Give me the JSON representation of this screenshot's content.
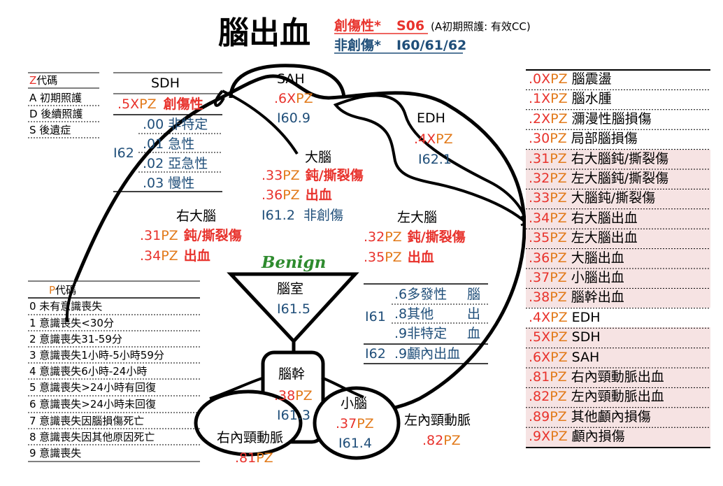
{
  "title": {
    "main": "腦出血",
    "traumatic_label": "創傷性*",
    "traumatic_code": "S06",
    "traumatic_note": "(A初期照護: 有效CC)",
    "nontraumatic_label": "非創傷*",
    "nontraumatic_code": "I60/61/62"
  },
  "z_table": {
    "header_z": "Z",
    "header_rest": "代碼",
    "rows": [
      "A 初期照護",
      "D 後續照護",
      "S 後遺症"
    ]
  },
  "sdh": {
    "title": "SDH",
    "code_prefix": ".5X",
    "code_pz": "PZ",
    "code_label": "創傷性",
    "i_code": "I62",
    "subs": [
      ".00 非特定",
      ".01 急性",
      ".02 亞急性",
      ".03 慢性"
    ]
  },
  "sah": {
    "title": "SAH",
    "code_prefix": ".6X",
    "code_pz": "PZ",
    "i_code": "I60.9"
  },
  "edh": {
    "title": "EDH",
    "code_prefix": ".4X",
    "code_pz": "PZ",
    "i_code": "I62.1"
  },
  "cerebrum": {
    "title": "大腦",
    "l1_prefix": ".33",
    "l1_pz": "PZ",
    "l1_label": "鈍/撕裂傷",
    "l2_prefix": ".36",
    "l2_pz": "PZ",
    "l2_label": "出血",
    "l3": "I61.2  非創傷"
  },
  "right_cerebrum": {
    "title": "右大腦",
    "l1_prefix": ".31",
    "l1_pz": "PZ",
    "l1_label": "鈍/撕裂傷",
    "l2_prefix": ".34",
    "l2_pz": "PZ",
    "l2_label": "出血"
  },
  "left_cerebrum": {
    "title": "左大腦",
    "l1_prefix": ".32",
    "l1_pz": "PZ",
    "l1_label": "鈍/撕裂傷",
    "l2_prefix": ".35",
    "l2_pz": "PZ",
    "l2_label": "出血"
  },
  "benign": "Benign",
  "ventricle": {
    "title": "腦室",
    "i_code": "I61.5"
  },
  "i61_box": {
    "i61": "I61",
    "rows": [
      ".6多發性",
      ".8其他",
      ".9非特定"
    ],
    "side": [
      "腦",
      "出",
      "血"
    ],
    "i62": "I62",
    "i62_row": ".9顱內出血"
  },
  "brainstem": {
    "title": "腦幹",
    "code_prefix": ".38",
    "code_pz": "PZ",
    "i_code": "I61.3"
  },
  "cerebellum": {
    "title": "小腦",
    "code_prefix": ".37",
    "code_pz": "PZ",
    "i_code": "I61.4"
  },
  "right_carotid": {
    "title": "右內頸動脈",
    "code_prefix": ".81",
    "code_pz": "PZ"
  },
  "left_carotid": {
    "title": "左內頸動脈",
    "code_prefix": ".82",
    "code_pz": "PZ"
  },
  "p_table": {
    "header_p": "P",
    "header_rest": "代碼",
    "rows": [
      "0 未有意識喪失",
      "1 意識喪失<30分",
      "2 意識喪失31-59分",
      "3 意識喪失1小時-5小時59分",
      "4 意識喪失6小時-24小時",
      "5 意識喪失>24小時有回復",
      "6 意識喪失>24小時未回復",
      "7 意識喪失因腦損傷死亡",
      "8 意識喪失因其他原因死亡",
      "9 意識喪失"
    ]
  },
  "right_list": [
    {
      "prefix": ".0X",
      "pz": "PZ",
      "label": "腦震盪"
    },
    {
      "prefix": ".1X",
      "pz": "PZ",
      "label": "腦水腫"
    },
    {
      "prefix": ".2X",
      "pz": "PZ",
      "label": "瀰漫性腦損傷"
    },
    {
      "prefix": ".30",
      "pz": "PZ",
      "label": "局部腦損傷"
    },
    {
      "prefix": ".31",
      "pz": "PZ",
      "label": "右大腦鈍/撕裂傷"
    },
    {
      "prefix": ".32",
      "pz": "PZ",
      "label": "左大腦鈍/撕裂傷"
    },
    {
      "prefix": ".33",
      "pz": "PZ",
      "label": "大腦鈍/撕裂傷"
    },
    {
      "prefix": ".34",
      "pz": "PZ",
      "label": "右大腦出血"
    },
    {
      "prefix": ".35",
      "pz": "PZ",
      "label": "左大腦出血"
    },
    {
      "prefix": ".36",
      "pz": "PZ",
      "label": "大腦出血"
    },
    {
      "prefix": ".37",
      "pz": "PZ",
      "label": "小腦出血"
    },
    {
      "prefix": ".38",
      "pz": "PZ",
      "label": "腦幹出血"
    },
    {
      "prefix": ".4X",
      "pz": "PZ",
      "label": "EDH"
    },
    {
      "prefix": ".5X",
      "pz": "PZ",
      "label": "SDH"
    },
    {
      "prefix": ".6X",
      "pz": "PZ",
      "label": "SAH"
    },
    {
      "prefix": ".81",
      "pz": "PZ",
      "label": "右內頸動脈出血"
    },
    {
      "prefix": ".82",
      "pz": "PZ",
      "label": "左內頸動脈出血"
    },
    {
      "prefix": ".89",
      "pz": "PZ",
      "label": "其他顱內損傷"
    },
    {
      "prefix": ".9X",
      "pz": "PZ",
      "label": "顱內損傷"
    }
  ],
  "colors": {
    "red": "#e8322c",
    "blue": "#1f4e79",
    "orange": "#e27a1a",
    "pink_row": "#f6e3e3",
    "benign_green": "#2e8b2e"
  }
}
